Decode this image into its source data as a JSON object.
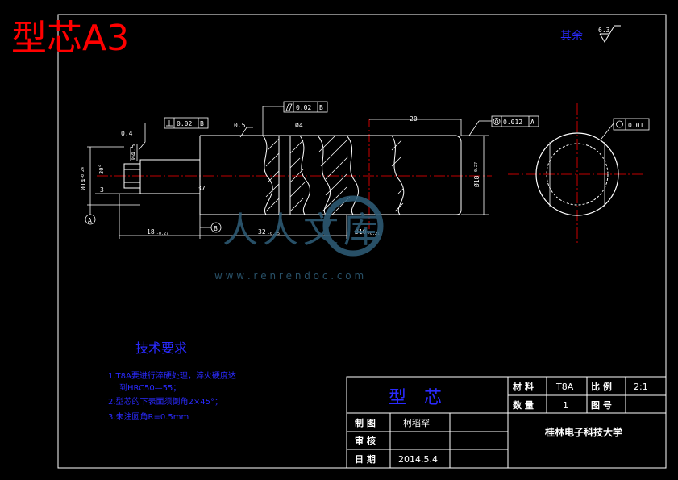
{
  "header": {
    "title": "型芯A3",
    "roughness_label": "其余",
    "roughness_value": "6.3"
  },
  "tolerance_frames": {
    "perpendicularity": {
      "value": "0.02",
      "datum": "B"
    },
    "cylindricity": {
      "value": "0.02",
      "datum": "B"
    },
    "concentricity": {
      "value": "0.012",
      "datum": "A"
    },
    "roundness": {
      "value": "0.01"
    }
  },
  "dimensions": {
    "length_20": "20",
    "diam_4": "Ø4",
    "chamfer_05": "0.5",
    "chamfer_04": "0.4",
    "diam_45": "Ø4.5",
    "diam_14": "Ø14",
    "diam_14_tol": "-0.24",
    "angle_30": "30°",
    "len_3": "3",
    "len_37": "37",
    "len_18": "18",
    "len_18_tol": "-0.27",
    "len_32": "32",
    "len_32_tol": "-0.35",
    "diam_10": "Ø10",
    "diam_10_tol": "-0.21",
    "diam_18": "Ø18",
    "diam_18_tol": "-0.27",
    "datum_a": "A",
    "datum_b": "B"
  },
  "tech_requirements": {
    "heading": "技术要求",
    "items": [
      "1.T8A要进行淬硬处理，淬火硬度达",
      "到HRC50—55；",
      "2.型芯的下表面须倒角2×45°；",
      "3.未注圆角R=0.5mm"
    ]
  },
  "title_block": {
    "part_name": "型　芯",
    "material_label": "材 料",
    "material_value": "T8A",
    "scale_label": "比 例",
    "scale_value": "2:1",
    "quantity_label": "数 量",
    "quantity_value": "1",
    "drawing_no_label": "图 号",
    "drawn_label": "制 图",
    "drawn_value": "柯稻罕",
    "checked_label": "审 核",
    "date_label": "日 期",
    "date_value": "2014.5.4",
    "school": "桂林电子科技大学"
  },
  "watermark": {
    "text": "人人文库",
    "url": "w w w . r e n r e n d o c . c o m"
  },
  "colors": {
    "background": "#000000",
    "frame": "#ffffff",
    "title": "#ff0000",
    "blue_text": "#2a2aff",
    "center_line": "#ff0000",
    "watermark": "#2f5f7a"
  }
}
